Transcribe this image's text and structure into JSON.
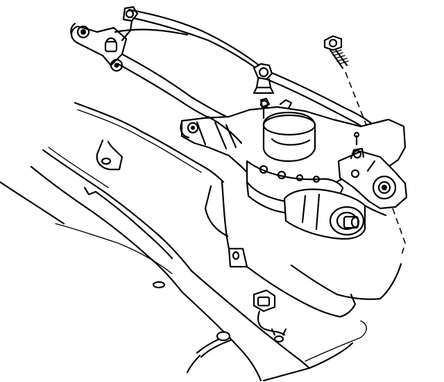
{
  "diagram": {
    "components": [
      "wiper-linkage",
      "pivot-left",
      "pivot-center",
      "wiper-motor",
      "motor-crank-arm",
      "mounting-bolt",
      "cowl-panel",
      "electrical-connector",
      "wiring-harness",
      "grommet"
    ],
    "colors": {
      "stroke": "#000000",
      "background": "#ffffff"
    }
  }
}
